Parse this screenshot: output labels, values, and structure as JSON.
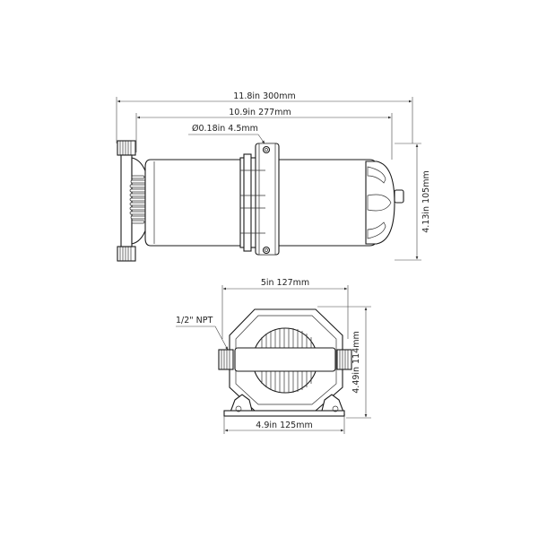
{
  "diagram": {
    "side_view": {
      "overall_length": "11.8in 300mm",
      "body_length": "10.9in 277mm",
      "hole_diameter": "Ø0.18in 4.5mm",
      "height": "4.13in 105mm"
    },
    "front_view": {
      "width_top": "5in 127mm",
      "port_label": "1/2\" NPT",
      "height": "4.49in 114mm",
      "base_width": "4.9in 125mm"
    }
  },
  "colors": {
    "line": "#1a1a1a",
    "background": "#ffffff"
  }
}
